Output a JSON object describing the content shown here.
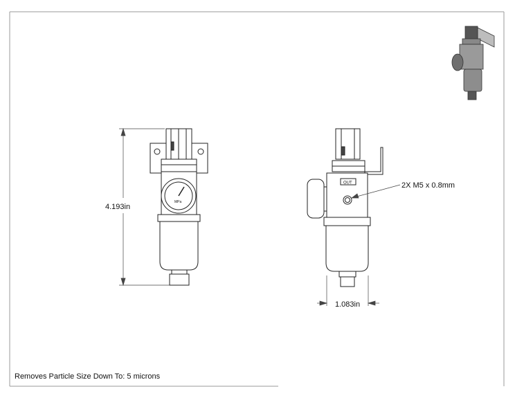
{
  "drawing": {
    "height_dimension": "4.193in",
    "width_dimension": "1.083in",
    "thread_callout": "2X M5 x 0.8mm",
    "port_label": "OUT",
    "gauge_unit": "MPa",
    "note": "Removes Particle Size Down To: 5 microns"
  },
  "colors": {
    "line": "#222222",
    "border": "#9a9a9a",
    "fill": "#ffffff"
  }
}
